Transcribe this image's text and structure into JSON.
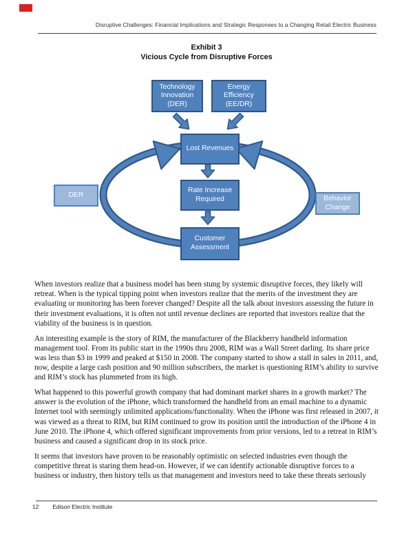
{
  "annotation": {
    "marker_color": "#e0201f"
  },
  "header": {
    "title": "Disruptive Challenges: Financial Implications and Strategic Responses to a Changing Retail Electric Business"
  },
  "exhibit": {
    "label": "Exhibit 3",
    "title": "Vicious Cycle from Disruptive Forces"
  },
  "diagram": {
    "colors": {
      "box_fill": "#4f81bd",
      "box_border": "#2c5484",
      "side_box_fill": "#9cb8da",
      "side_box_border": "#4f81bd",
      "arrow_fill": "#4f81bd",
      "arrow_outline": "#30588a",
      "label_text": "#ffffff"
    },
    "nodes": [
      {
        "id": "technology",
        "label": "Technology Innovation (DER)"
      },
      {
        "id": "energy",
        "label": "Energy Efficiency (EE/DR)"
      },
      {
        "id": "lost_revenues",
        "label": "Lost Revenues"
      },
      {
        "id": "rate_increase",
        "label": "Rate Increase Required"
      },
      {
        "id": "customer_assessment",
        "label": "Customer Assessment"
      },
      {
        "id": "der",
        "label": "DER"
      },
      {
        "id": "behavior_change",
        "label": "Behavior Change"
      }
    ]
  },
  "body": {
    "paragraphs": [
      "When investors realize that a business model has been stung by systemic disruptive forces, they likely will retreat. When is the typical tipping point when investors realize that the merits of the investment they are evaluating or monitoring has been forever changed? Despite all the talk about investors assessing the future in their investment evaluations, it is often not until revenue declines are reported that investors realize that the viability of the business is in question.",
      "An interesting example is the story of RIM, the manufacturer of the Blackberry handheld information management tool. From its public start in the 1990s thru 2008, RIM was a Wall Street darling. Its share price was less than $3 in 1999 and peaked at $150 in 2008. The company started to show a stall in sales in 2011, and, now, despite a large cash position and 90 million subscribers, the market is questioning RIM’s ability to survive and RIM’s stock has plummeted from its high.",
      "What happened to this powerful growth company that had dominant market shares in a growth market? The answer is the evolution of the iPhone, which transformed the handheld from an email machine to a dynamic Internet tool with seemingly unlimited applications/functionality. When the iPhone was first released in 2007, it was viewed as a threat to RIM, but RIM continued to grow its position until the introduction of the iPhone 4 in June 2010. The iPhone 4, which offered significant improvements from prior versions, led to a retreat in RIM’s business and caused a significant drop in its stock price.",
      "It seems that investors have proven to be reasonably optimistic on selected industries even though the competitive threat is staring them head-on. However, if we can identify actionable disruptive forces to a business or industry, then history tells us that management and investors need to take these threats seriously"
    ]
  },
  "footer": {
    "page_number": "12",
    "organization": "Edison Electric Institute"
  }
}
